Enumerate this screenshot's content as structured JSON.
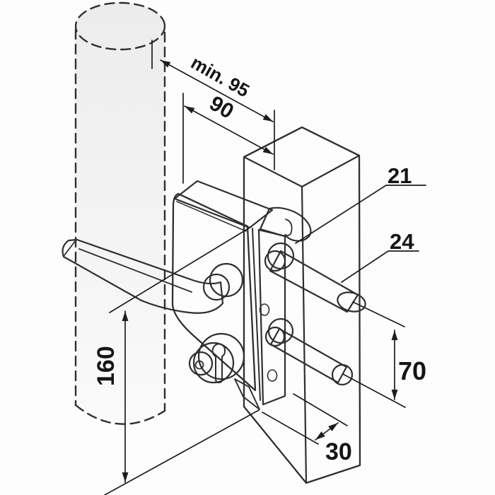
{
  "diagram": {
    "type": "isometric-installation-drawing",
    "subject": "gate lock with lever handle and key cylinder mounted on square post next to round post"
  },
  "labels": {
    "min_distance": "min. 95",
    "backset": "90",
    "lock_height": "160",
    "bolt_spacing": "70",
    "throw": "30",
    "callout_upper": "21",
    "callout_lower": "24"
  },
  "colors": {
    "outline": "#2f2f2f",
    "dimension_lines": "#1d1d1d",
    "text": "#151515",
    "round_post_fill": "#f1f1f1",
    "square_post_fill": "#ededed",
    "lock_front_fill": "#d3d3d3",
    "lock_top_fill": "#c8c8c8",
    "faceplate_fill": "#e0e0e0",
    "bolt_fill": "#c9c9c9",
    "background": "#fdfdfd"
  }
}
